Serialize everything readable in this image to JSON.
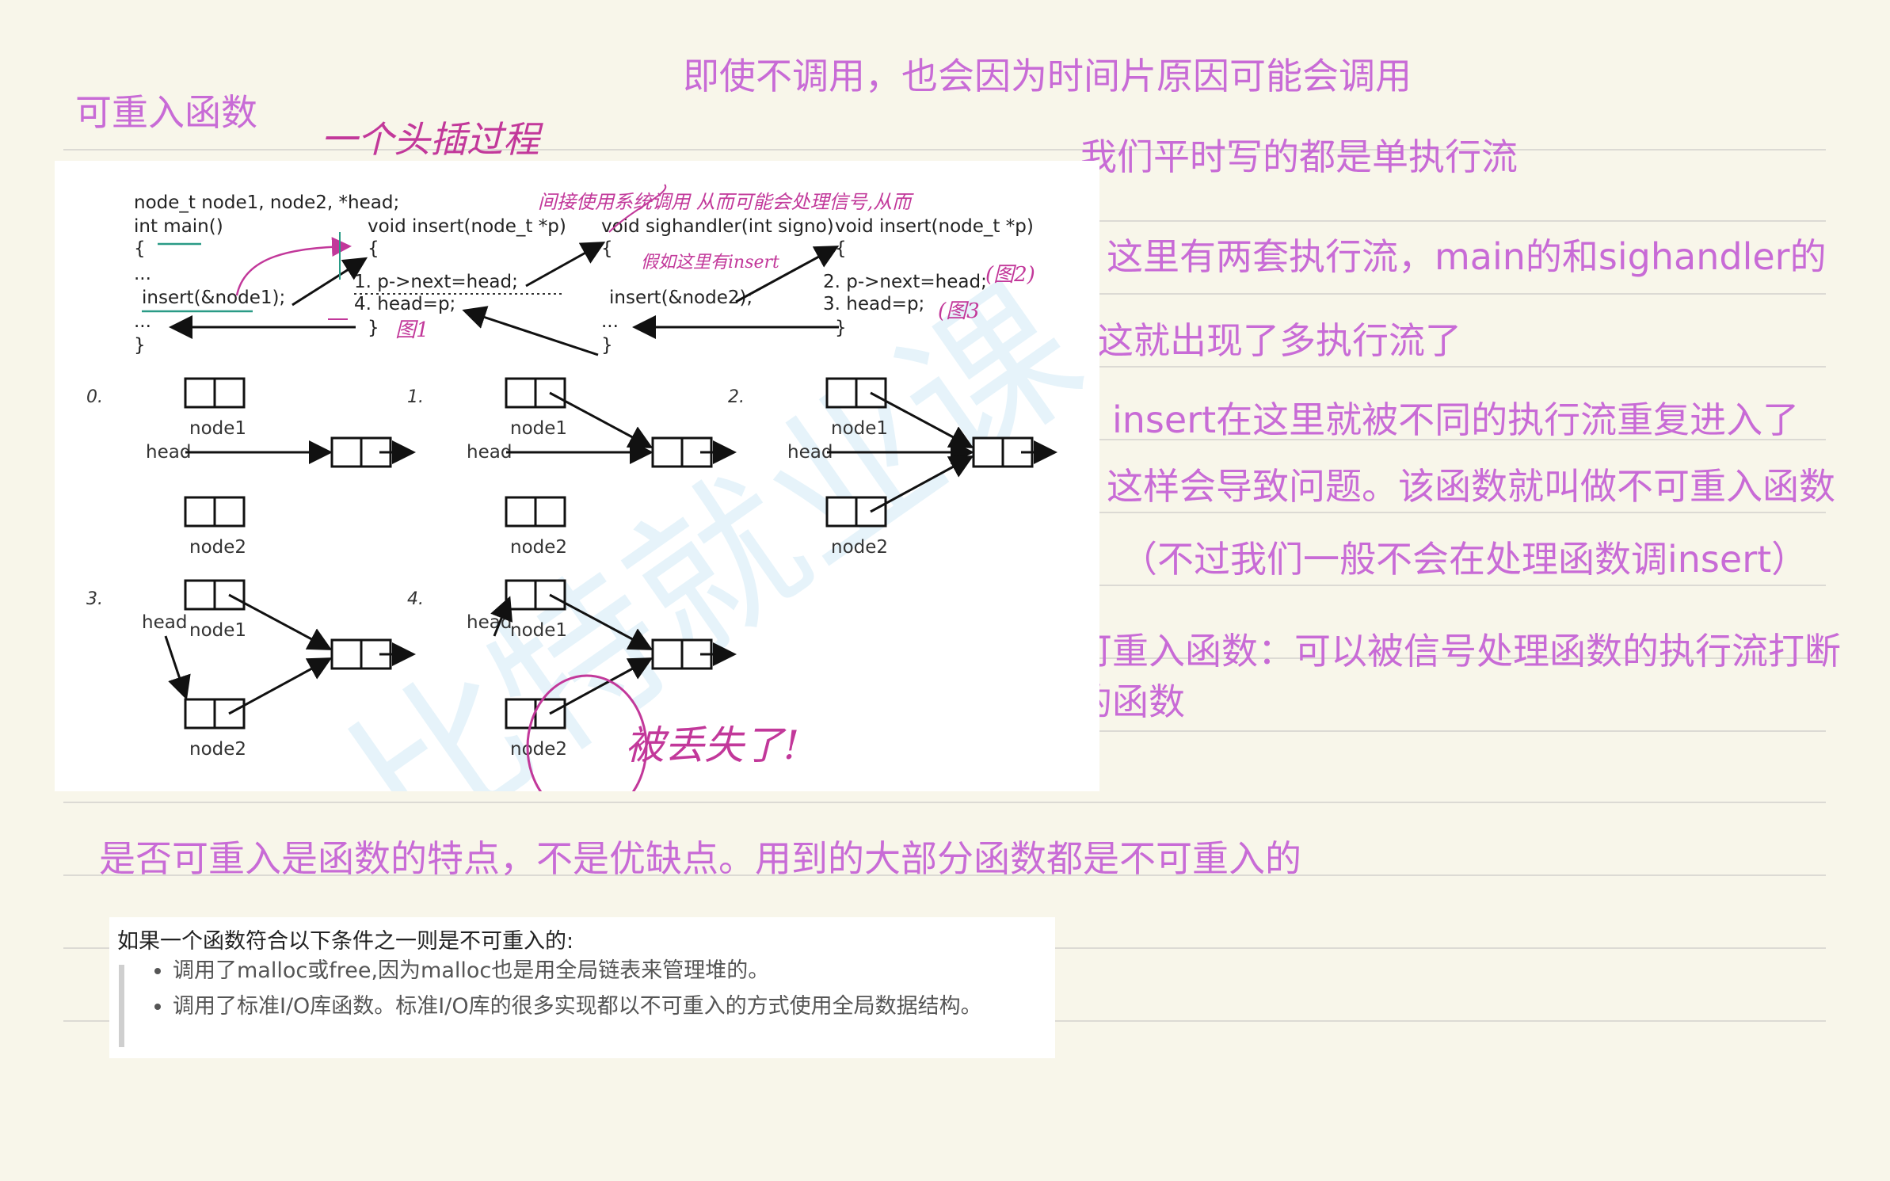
{
  "notes": {
    "reentrant_title": "可重入函数",
    "time_slice": "即使不调用，也会因为时间片原因可能会调用",
    "single_flow": "我们平时写的都是单执行流",
    "two_flows": "这里有两套执行流，main的和sighandler的",
    "multi_flow": "这就出现了多执行流了",
    "insert_reentered": "insert在这里就被不同的执行流重复进入了",
    "problem": "这样会导致问题。该函数就叫做不可重入函数",
    "aside": "（不过我们一般不会在处理函数调insert）",
    "definition": "可重入函数：可以被信号处理函数的执行流打断的函数",
    "trait": "是否可重入是函数的特点，不是优缺点。用到的大部分函数都是不可重入的"
  },
  "handwriting": {
    "head_insert": "一个头插过程",
    "indirect_call": "间接使用系统调用 从而可能会处理信号,从而",
    "if_insert": "假如这里有insert",
    "fig1": "图1",
    "fig2": "(图2)",
    "fig3": "(图3",
    "lost": "被丢失了!"
  },
  "code": {
    "main_decl": "node_t node1, node2, *head;",
    "main_sig": "int main()",
    "open": "{",
    "dots": "...",
    "main_call": "insert(&node1);",
    "close": "}",
    "insert_sig": "void insert(node_t *p)",
    "step1": "1.  p->next=head;",
    "step4": "4.  head=p;",
    "sig_sig": "void sighandler(int signo)",
    "sig_call": "insert(&node2);",
    "insert2_sig": "void insert(node_t *p)",
    "step2": "2.  p->next=head;",
    "step3": "3.  head=p;"
  },
  "steps": [
    {
      "num": "0.",
      "node1": "node1",
      "node2": "node2",
      "head": "head"
    },
    {
      "num": "1.",
      "node1": "node1",
      "node2": "node2",
      "head": "head"
    },
    {
      "num": "2.",
      "node1": "node1",
      "node2": "node2",
      "head": "head"
    },
    {
      "num": "3.",
      "node1": "node1",
      "node2": "node2",
      "head": "head"
    },
    {
      "num": "4.",
      "node1": "node1",
      "node2": "node2",
      "head": "head"
    }
  ],
  "quote": {
    "title": "如果一个函数符合以下条件之一则是不可重入的:",
    "items": [
      "调用了malloc或free,因为malloc也是用全局链表来管理堆的。",
      "调用了标准I/O库函数。标准I/O库的很多实现都以不可重入的方式使用全局数据结构。"
    ]
  },
  "colors": {
    "note": "#c86bd6",
    "handwriting": "#c2389a",
    "green_marks": "#2a9b86",
    "background": "#f8f6ea"
  }
}
